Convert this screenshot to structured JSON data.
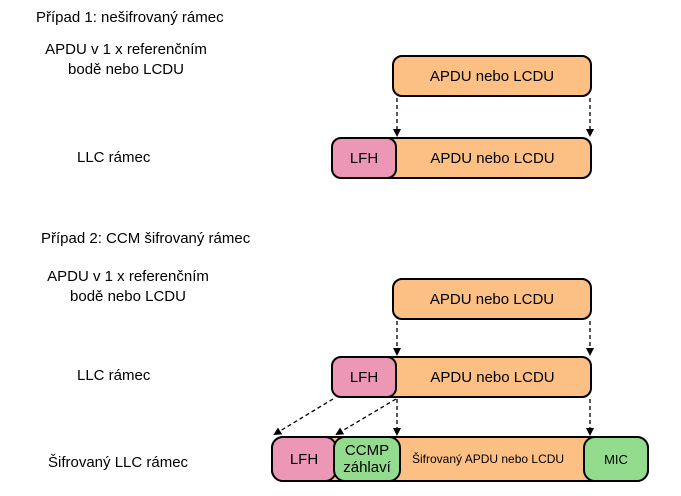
{
  "case1": {
    "title": "Případ 1: nešifrovaný rámec",
    "apdu_label_line1": "APDU v 1 x referenčním",
    "apdu_label_line2": "bodě nebo LCDU",
    "llc_label": "LLC rámec",
    "apdu_box": "APDU nebo LCDU",
    "lfh_box": "LFH",
    "llc_apdu_box": "APDU nebo LCDU"
  },
  "case2": {
    "title": "Případ 2: CCM šifrovaný rámec",
    "apdu_label_line1": "APDU v 1 x referenčním",
    "apdu_label_line2": "bodě nebo LCDU",
    "llc_label": "LLC rámec",
    "encrypted_label": "Šifrovaný LLC rámec",
    "apdu_box": "APDU nebo LCDU",
    "lfh_box": "LFH",
    "llc_apdu_box": "APDU nebo LCDU",
    "enc_lfh_box": "LFH",
    "ccmp_line1": "CCMP",
    "ccmp_line2": "záhlaví",
    "enc_apdu_box": "Šifrovaný APDU nebo LCDU",
    "mic_box": "MIC"
  },
  "colors": {
    "orange": "#fcbf84",
    "pink": "#ec97b5",
    "green": "#93dc8d"
  }
}
